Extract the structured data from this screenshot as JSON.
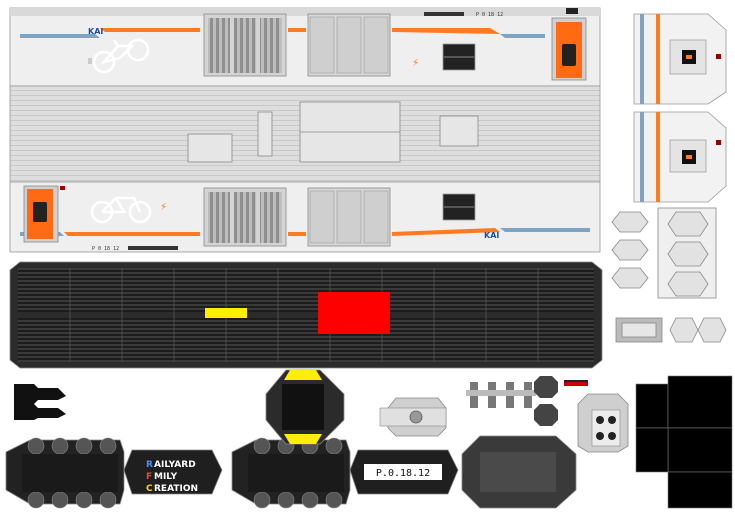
{
  "car_number": "P.0.18.12",
  "car_number_small": "P 0 18 12",
  "operator_logo": "KAI",
  "brand": {
    "line1": "AILYARD",
    "line2": "MILY",
    "line3": "REATION",
    "initial1": "R",
    "initial2": "F",
    "initial3": "C"
  },
  "colors": {
    "body": "#eeeeee",
    "stripe_orange": "#ff7a21",
    "stripe_blue": "#7fa3c2",
    "door_orange": "#ff6a13",
    "roof_dark": "#2b2b2b",
    "hatch_red": "#ff0000",
    "marker_yellow": "#ffee00",
    "brand_dark": "#1f1f1f"
  }
}
